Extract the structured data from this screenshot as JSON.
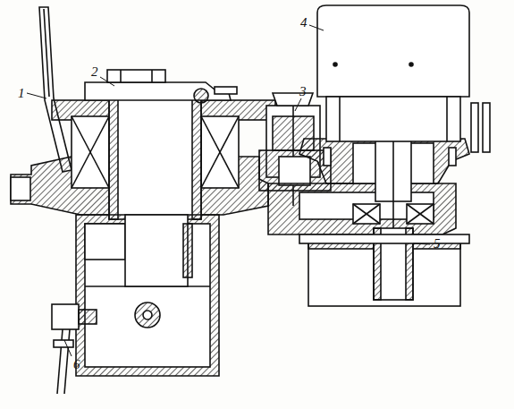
{
  "diagram": {
    "labels": [
      "1",
      "2",
      "3",
      "4",
      "5",
      "6"
    ]
  }
}
